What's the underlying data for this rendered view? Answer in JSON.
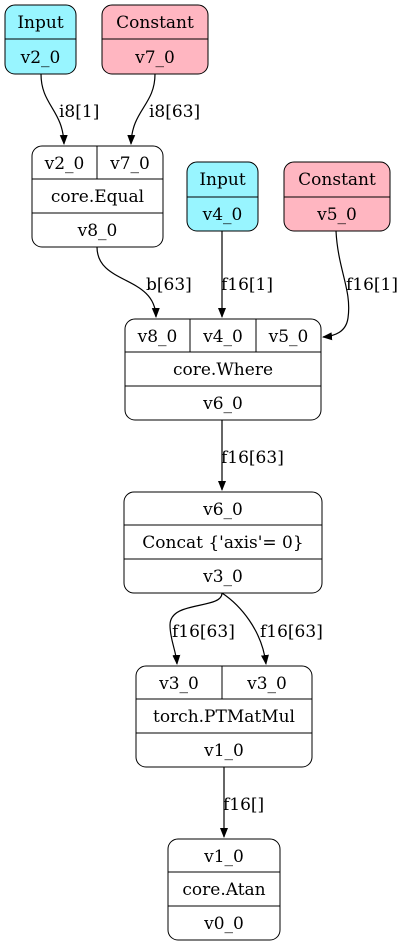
{
  "nodes": {
    "input_v2": {
      "header": "Input",
      "value": "v2_0"
    },
    "const_v7": {
      "header": "Constant",
      "value": "v7_0"
    },
    "input_v4": {
      "header": "Input",
      "value": "v4_0"
    },
    "const_v5": {
      "header": "Constant",
      "value": "v5_0"
    },
    "equal": {
      "inputs": [
        "v2_0",
        "v7_0"
      ],
      "op": "core.Equal",
      "output": "v8_0"
    },
    "where": {
      "inputs": [
        "v8_0",
        "v4_0",
        "v5_0"
      ],
      "op": "core.Where",
      "output": "v6_0"
    },
    "concat": {
      "inputs": [
        "v6_0"
      ],
      "op": "Concat {'axis'= 0}",
      "output": "v3_0"
    },
    "matmul": {
      "inputs": [
        "v3_0",
        "v3_0"
      ],
      "op": "torch.PTMatMul",
      "output": "v1_0"
    },
    "atan": {
      "inputs": [
        "v1_0"
      ],
      "op": "core.Atan",
      "output": "v0_0"
    }
  },
  "edges": {
    "v2_to_equal": "i8[1]",
    "v7_to_equal": "i8[63]",
    "equal_to_where": "b[63]",
    "v4_to_where": "f16[1]",
    "v5_to_where": "f16[1]",
    "where_to_concat": "f16[63]",
    "concat_to_matmul_a": "f16[63]",
    "concat_to_matmul_b": "f16[63]",
    "matmul_to_atan": "f16[]"
  },
  "colors": {
    "input_fill": "#98f5ff",
    "constant_fill": "#ffb6c1",
    "op_fill": "#ffffff",
    "stroke": "#000000"
  }
}
